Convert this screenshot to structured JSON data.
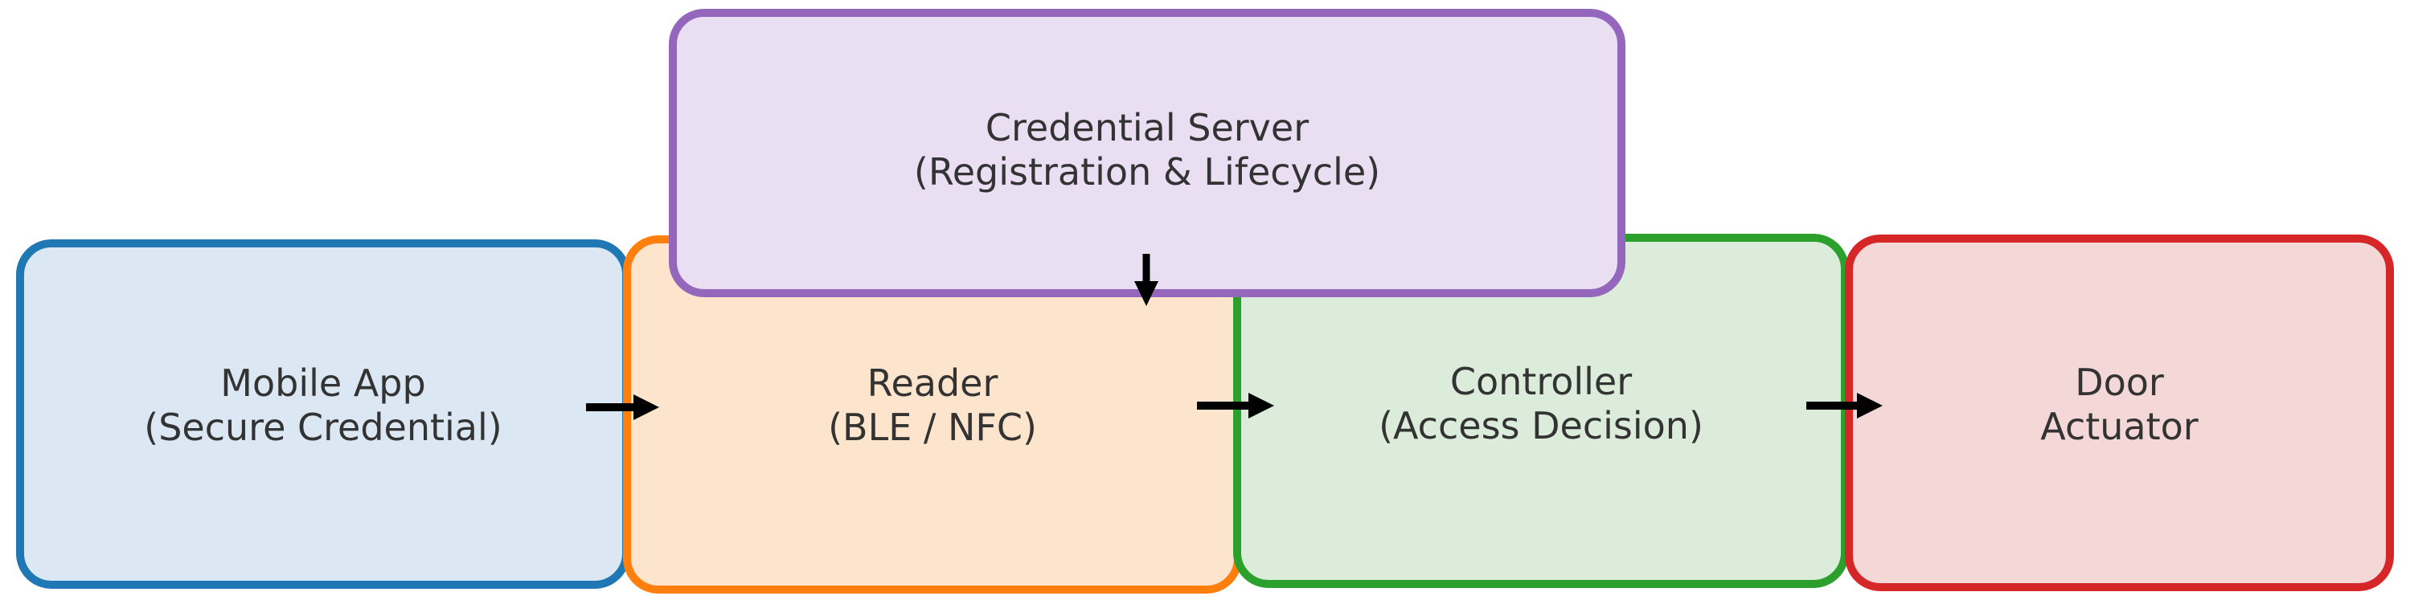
{
  "diagram": {
    "background_color": "#ffffff",
    "text_color": "#333333",
    "arrow_color": "#000000",
    "nodes": {
      "mobile_app": {
        "line1": "Mobile App",
        "line2": "(Secure Credential)",
        "border_color": "#1f77b4",
        "fill_color": "#dbe8f3"
      },
      "reader": {
        "line1": "Reader",
        "line2": "(BLE / NFC)",
        "border_color": "#ff7f0e",
        "fill_color": "#fde4cd"
      },
      "controller": {
        "line1": "Controller",
        "line2": "(Access Decision)",
        "border_color": "#2ca02c",
        "fill_color": "#dbedda"
      },
      "door_actuator": {
        "line1": "Door",
        "line2": "Actuator",
        "border_color": "#d62728",
        "fill_color": "#f4d7d7"
      },
      "credential_server": {
        "line1": "Credential Server",
        "line2": "(Registration & Lifecycle)",
        "border_color": "#9467bd",
        "fill_color": "#e9def2"
      }
    },
    "edges": [
      {
        "from": "Mobile App",
        "to": "Reader",
        "type": "arrow-right"
      },
      {
        "from": "Reader",
        "to": "Controller",
        "type": "arrow-right"
      },
      {
        "from": "Controller",
        "to": "Door Actuator",
        "type": "arrow-right"
      },
      {
        "from": "Credential Server",
        "to": "Reader",
        "type": "arrow-down"
      }
    ]
  }
}
